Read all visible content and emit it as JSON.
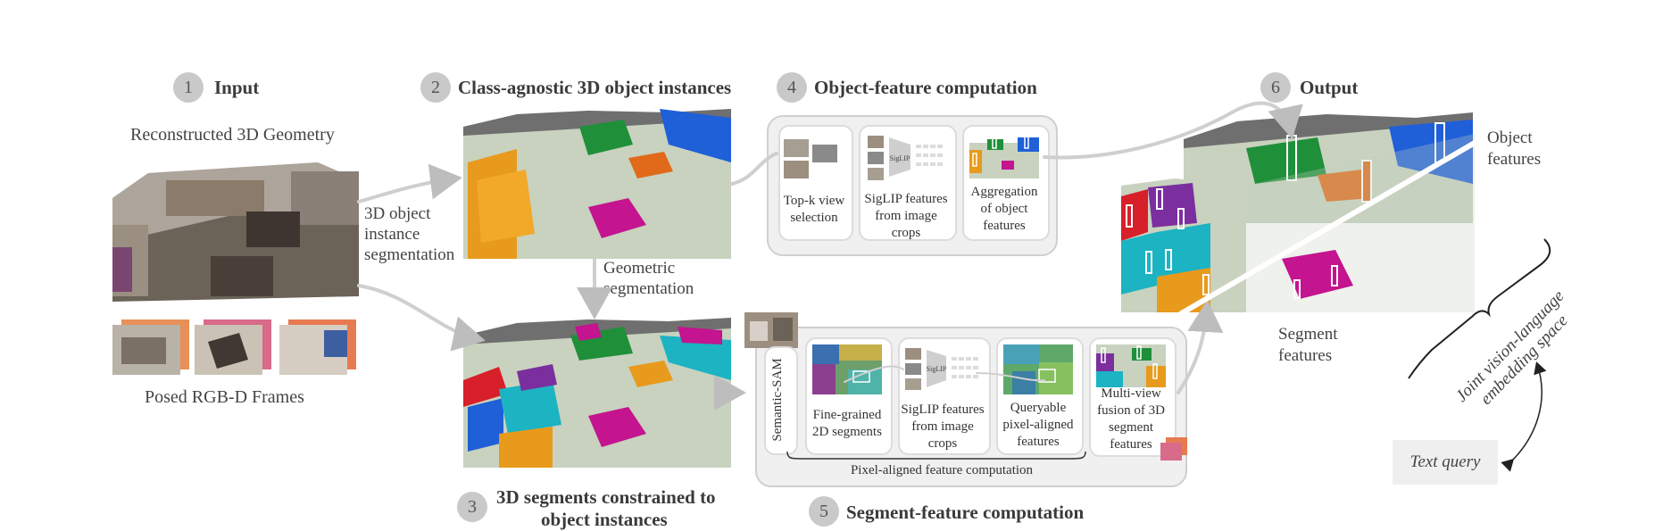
{
  "steps": {
    "s1": {
      "num": "1",
      "title": "Input"
    },
    "s2": {
      "num": "2",
      "title": "Class-agnostic 3D object instances"
    },
    "s3": {
      "num": "3",
      "title_line1": "3D segments constrained to",
      "title_line2": "object instances"
    },
    "s4": {
      "num": "4",
      "title": "Object-feature computation"
    },
    "s5": {
      "num": "5",
      "title": "Segment-feature computation"
    },
    "s6": {
      "num": "6",
      "title": "Output"
    }
  },
  "input": {
    "geometry_label": "Reconstructed 3D Geometry",
    "frames_label": "Posed RGB-D Frames"
  },
  "arrows": {
    "instance_seg": [
      "3D object",
      "instance",
      "segmentation"
    ],
    "geometric_seg": [
      "Geometric",
      "segmentation"
    ]
  },
  "object_feature": {
    "topk": [
      "Top-k view",
      "selection"
    ],
    "siglip": [
      "SigLIP features",
      "from image",
      "crops"
    ],
    "aggregation": [
      "Aggregation",
      "of object",
      "features"
    ],
    "siglip_box": "SigLIP"
  },
  "segment_feature": {
    "semantic_sam": "Semantic-SAM",
    "fine_grained": [
      "Fine-grained",
      "2D segments"
    ],
    "siglip": [
      "SigLIP features",
      "from image",
      "crops"
    ],
    "queryable": [
      "Queryable",
      "pixel-aligned",
      "features"
    ],
    "multiview": [
      "Multi-view",
      "fusion of 3D",
      "segment",
      "features"
    ],
    "pixel_aligned": "Pixel-aligned feature computation",
    "siglip_box": "SigLIP"
  },
  "output": {
    "object_features": [
      "Object",
      "features"
    ],
    "segment_features": [
      "Segment",
      "features"
    ],
    "joint_space": [
      "Joint vision-language",
      "embedding space"
    ],
    "text_query": "Text query"
  },
  "colors": {
    "step_circle": "#c9c9c9",
    "panel_bg": "#f0f0f0",
    "floor": "#c8d2bf",
    "orange": "#e89a1c",
    "green": "#1f8f3a",
    "blue": "#1f5fd8",
    "magenta": "#c4148f",
    "cyan": "#1cb3c3",
    "red": "#d8202a"
  }
}
